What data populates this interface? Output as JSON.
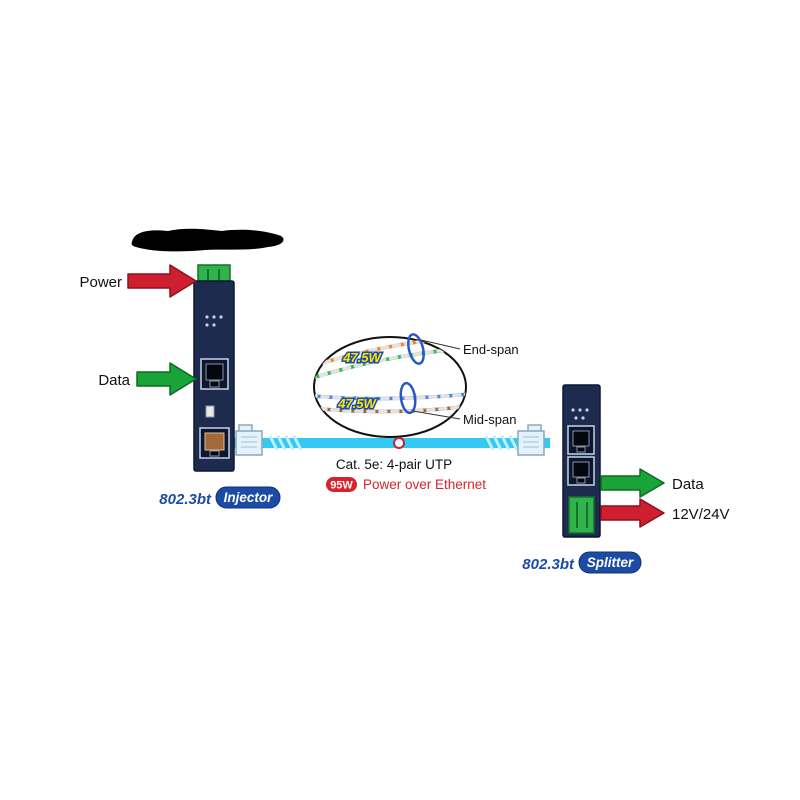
{
  "injector": {
    "power_label": "Power",
    "data_label": "Data",
    "model_prefix": "802.3bt",
    "model_name": "Injector"
  },
  "splitter": {
    "data_label": "Data",
    "power_label": "12V/24V",
    "model_prefix": "802.3bt",
    "model_name": "Splitter"
  },
  "cable": {
    "spec_label": "Cat. 5e: 4-pair UTP",
    "power_badge": "95W",
    "power_label": "Power over Ethernet"
  },
  "magnifier": {
    "end_span_watts": "47.5W",
    "end_span_label": "End-span",
    "mid_span_watts": "47.5W",
    "mid_span_label": "Mid-span"
  },
  "colors": {
    "device_body": "#1c2b4e",
    "connector_green": "#2fb34a",
    "arrow_red": "#cf1f2f",
    "arrow_green": "#18a438",
    "cable_cyan": "#35c8f3",
    "badge_blue": "#1c4ba6",
    "poe_red": "#d8232f",
    "watts_yellow": "#ffe600"
  }
}
